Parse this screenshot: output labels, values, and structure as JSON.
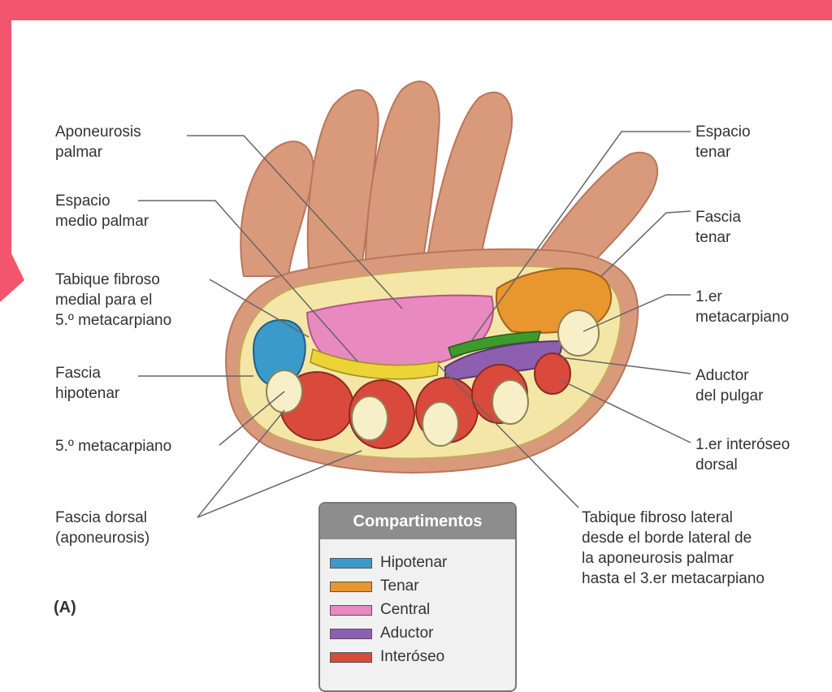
{
  "labels": {
    "aponeurosis_palmar": "Aponeurosis\npalmar",
    "espacio_medio_palmar": "Espacio\nmedio palmar",
    "tabique_medial": "Tabique fibroso\nmedial para el\n5.º metacarpiano",
    "fascia_hipotenar": "Fascia\nhipotenar",
    "quinto_metacarpiano": "5.º metacarpiano",
    "fascia_dorsal": "Fascia dorsal\n(aponeurosis)",
    "espacio_tenar": "Espacio\ntenar",
    "fascia_tenar": "Fascia\ntenar",
    "primer_metacarpiano": "1.er\nmetacarpiano",
    "aductor_pulgar": "Aductor\ndel pulgar",
    "primer_interoseo": "1.er interóseo\ndorsal",
    "tabique_lateral": "Tabique fibroso lateral\ndesde el borde lateral de\nla aponeurosis palmar\nhasta el 3.er metacarpiano"
  },
  "panel_letter": "(A)",
  "legend": {
    "title": "Compartimentos",
    "items": [
      {
        "label": "Hipotenar",
        "color": "#3a9ac9"
      },
      {
        "label": "Tenar",
        "color": "#e8962e"
      },
      {
        "label": "Central",
        "color": "#e889c0"
      },
      {
        "label": "Aductor",
        "color": "#8d5fb0"
      },
      {
        "label": "Interóseo",
        "color": "#d94a3c"
      }
    ]
  },
  "colors": {
    "frame": "#f3546e",
    "skin": "#d99a7c",
    "skin_shadow": "#b9755a",
    "fascia": "#f4e6a6",
    "bone": "#f6efc7",
    "muscle_red": "#d94a3c",
    "yellow": "#ecd436",
    "green": "#3f9a2c"
  }
}
